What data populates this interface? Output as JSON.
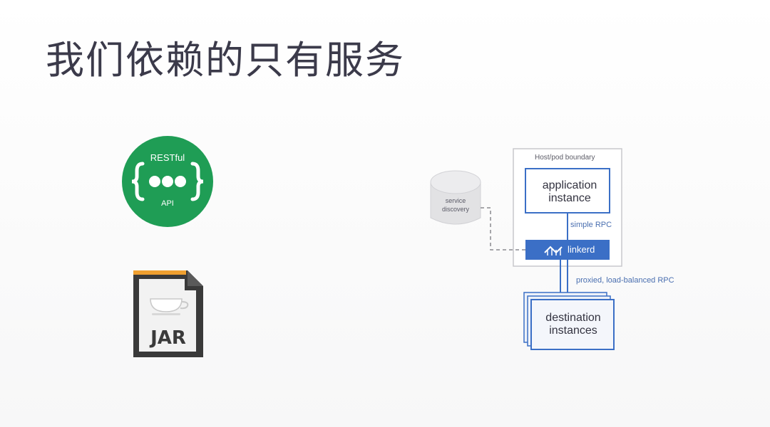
{
  "slide": {
    "title": "我们依赖的只有服务"
  },
  "restful_icon": {
    "top_label": "RESTful",
    "bottom_label": "API",
    "color": "#1f9d55"
  },
  "jar_icon": {
    "label": "JAR",
    "accent_color": "#f0a030"
  },
  "diagram": {
    "host_boundary_label": "Host/pod boundary",
    "application_label_line1": "application",
    "application_label_line2": "instance",
    "simple_rpc_label": "simple RPC",
    "linkerd_label": "linkerd",
    "proxied_label": "proxied, load-balanced RPC",
    "destination_label_line1": "destination",
    "destination_label_line2": "instances",
    "service_discovery_line1": "service",
    "service_discovery_line2": "discovery",
    "accent_color": "#3b6fc6"
  }
}
